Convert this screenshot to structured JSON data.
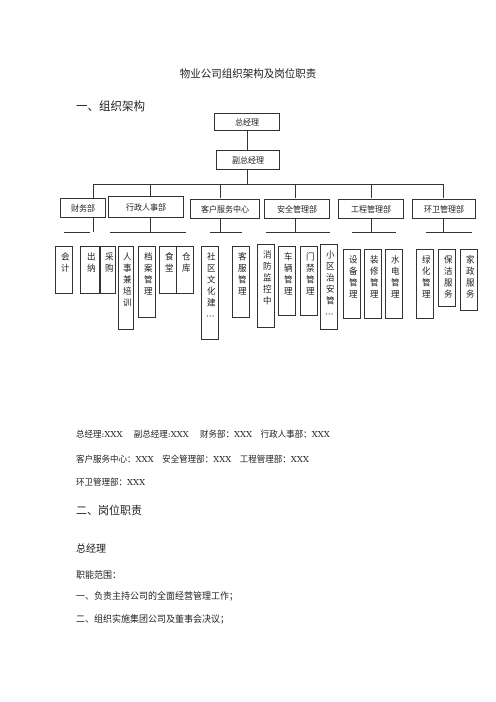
{
  "doc_title": "物业公司组织架构及岗位职责",
  "section1_heading": "一、组织架构",
  "org": {
    "top": "总经理",
    "deputy": "副总经理",
    "departments": [
      "财务部",
      "行政人事部",
      "客户服务中心",
      "安全管理部",
      "工程管理部",
      "环卫管理部"
    ],
    "posts": {
      "finance": [
        "会计",
        "出纳"
      ],
      "admin": [
        "采购",
        "人事兼培训",
        "档案管理",
        "食堂",
        "仓库"
      ],
      "customer": [
        "社区文化建…",
        "客服管理"
      ],
      "security": [
        "消防监控中",
        "车辆管理",
        "门禁管理",
        "小区治安管…"
      ],
      "engineering": [
        "设备管理",
        "装修管理",
        "水电管理"
      ],
      "sanitation": [
        "绿化管理",
        "保洁服务",
        "家政服务"
      ]
    }
  },
  "staff_lines": [
    "总经理:XXX　 副总经理:XXX　 财务部：XXX　行政人事部：XXX",
    "客户服务中心：XXX　安全管理部：XXX　工程管理部：XXX",
    "环卫管理部：XXX"
  ],
  "section2_heading": "二、岗位职责",
  "role_heading": "总经理",
  "scope_label": "职能范围：",
  "duties": [
    "一、负责主持公司的全面经营管理工作；",
    "二、组织实施集团公司及董事会决议；"
  ]
}
